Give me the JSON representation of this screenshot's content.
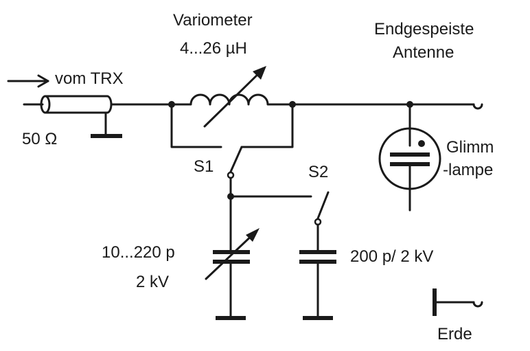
{
  "labels": {
    "variometer": "Variometer",
    "variometer_range": "4...26 µH",
    "antenna_line1": "Endgespeiste",
    "antenna_line2": "Antenne",
    "input": "vom TRX",
    "impedance": "50 Ω",
    "s1": "S1",
    "s2": "S2",
    "glimm_line1": "Glimm",
    "glimm_line2": "-lampe",
    "cvar_line1": "10...220 p",
    "cvar_line2": "2 kV",
    "cfix": "200 p/ 2 kV",
    "ground": "Erde"
  },
  "colors": {
    "ink": "#1a1a1a",
    "paper": "#ffffff"
  }
}
